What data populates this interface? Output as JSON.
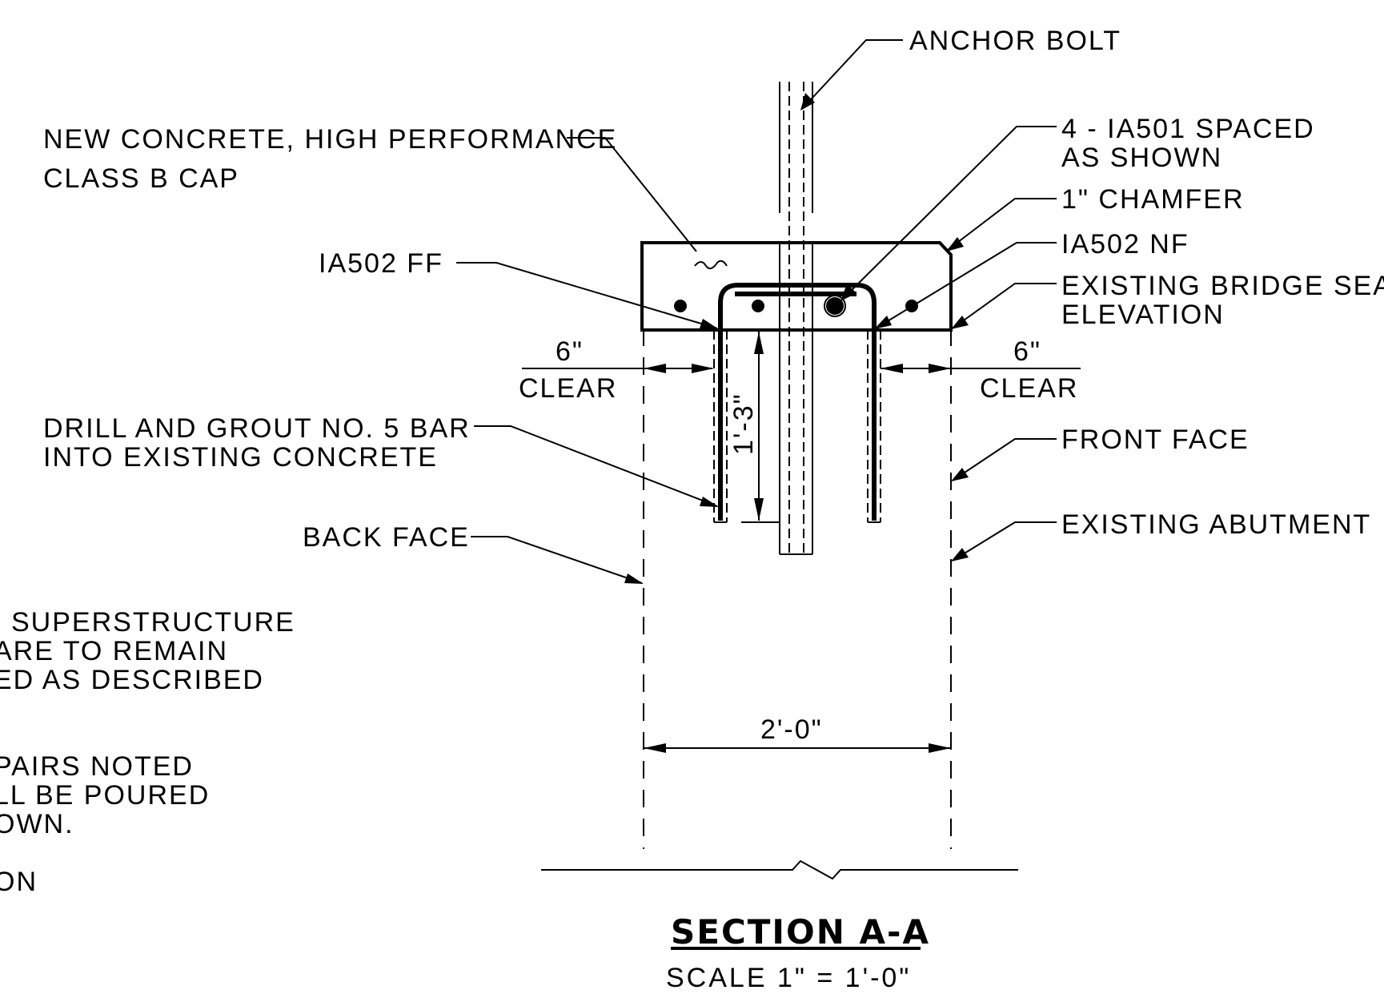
{
  "labels": {
    "anchor_bolt": "ANCHOR BOLT",
    "new_concrete_1": "NEW CONCRETE, HIGH PERFORMANCE",
    "new_concrete_2": "CLASS B CAP",
    "ia501_1": "4 - IA501 SPACED",
    "ia501_2": "AS SHOWN",
    "chamfer": "1\" CHAMFER",
    "ia502_ff": "IA502 FF",
    "ia502_nf": "IA502 NF",
    "existing_bridge_seat_1": "EXISTING BRIDGE SEAT",
    "existing_bridge_seat_2": "ELEVATION",
    "dim_clear_left_top": "6\"",
    "dim_clear_left_bottom": "CLEAR",
    "dim_clear_right_top": "6\"",
    "dim_clear_right_bottom": "CLEAR",
    "drill_grout_1": "DRILL AND GROUT NO. 5 BAR",
    "drill_grout_2": "INTO EXISTING CONCRETE",
    "front_face": "FRONT FACE",
    "back_face": "BACK FACE",
    "existing_abutment": "EXISTING ABUTMENT",
    "dim_embed": "1'-3\"",
    "dim_width": "2'-0\""
  },
  "partial_notes": [
    "SUPERSTRUCTURE",
    "ARE TO REMAIN",
    "ED AS DESCRIBED",
    "PAIRS NOTED",
    "LL BE POURED",
    "OWN.",
    "ON"
  ],
  "title": {
    "section": "SECTION A-A",
    "scale": "SCALE 1\" = 1'-0\""
  }
}
